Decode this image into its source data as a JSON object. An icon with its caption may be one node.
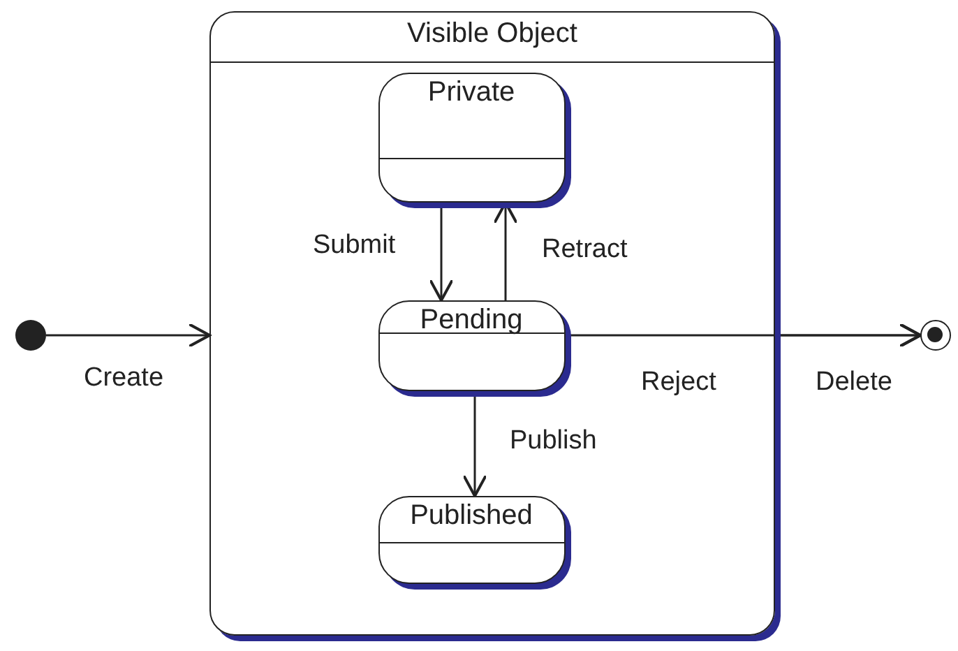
{
  "diagram": {
    "nodes": [
      {
        "text": [
          "Visible Object"
        ]
      },
      {
        "text": [
          "Private"
        ],
        "in": 0
      },
      {
        "text": [
          "Pending"
        ],
        "in": 0
      },
      {
        "text": [
          "Published"
        ],
        "in": 0
      },
      {
        "text": [],
        "shape": "circle"
      },
      {
        "text": [],
        "shape": "bullseye"
      }
    ],
    "edges": [
      {
        "from": 4,
        "to": 0,
        "arrow": "to",
        "label": "Create"
      },
      {
        "from": 1,
        "to": 2,
        "arrow": "to",
        "label": "Submit"
      },
      {
        "from": 2,
        "to": 1,
        "arrow": "to",
        "label": "Retract"
      },
      {
        "from": 2,
        "to": 3,
        "arrow": "to",
        "label": "Publish"
      },
      {
        "from": 2,
        "to": 5,
        "arrow": "to",
        "label": "Reject"
      },
      {
        "from": 0,
        "to": 5,
        "arrow": "to",
        "label": "Delete"
      }
    ]
  }
}
